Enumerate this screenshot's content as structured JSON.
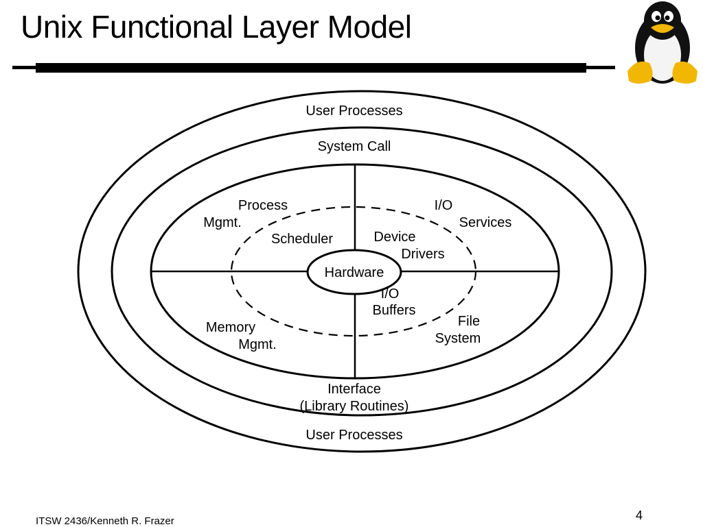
{
  "slide": {
    "title": "Unix Functional Layer Model",
    "footer": "ITSW 2436/Kenneth R. Frazer",
    "page_number": "4"
  },
  "mascot": {
    "icon": "linux-penguin-icon"
  },
  "diagram": {
    "outer_ring_top": "User Processes",
    "outer_ring_bottom": "User Processes",
    "system_call": "System Call",
    "interface_line1": "Interface",
    "interface_line2": "(Library Routines)",
    "process_mgmt_line1": "Process",
    "process_mgmt_line2": "Mgmt.",
    "io_services_line1": "I/O",
    "io_services_line2": "Services",
    "scheduler": "Scheduler",
    "device_drivers_line1": "Device",
    "device_drivers_line2": "Drivers",
    "hardware": "Hardware",
    "io_buffers_line1": "I/O",
    "io_buffers_line2": "Buffers",
    "memory_mgmt_line1": "Memory",
    "memory_mgmt_line2": "Mgmt.",
    "file_system_line1": "File",
    "file_system_line2": "System"
  }
}
